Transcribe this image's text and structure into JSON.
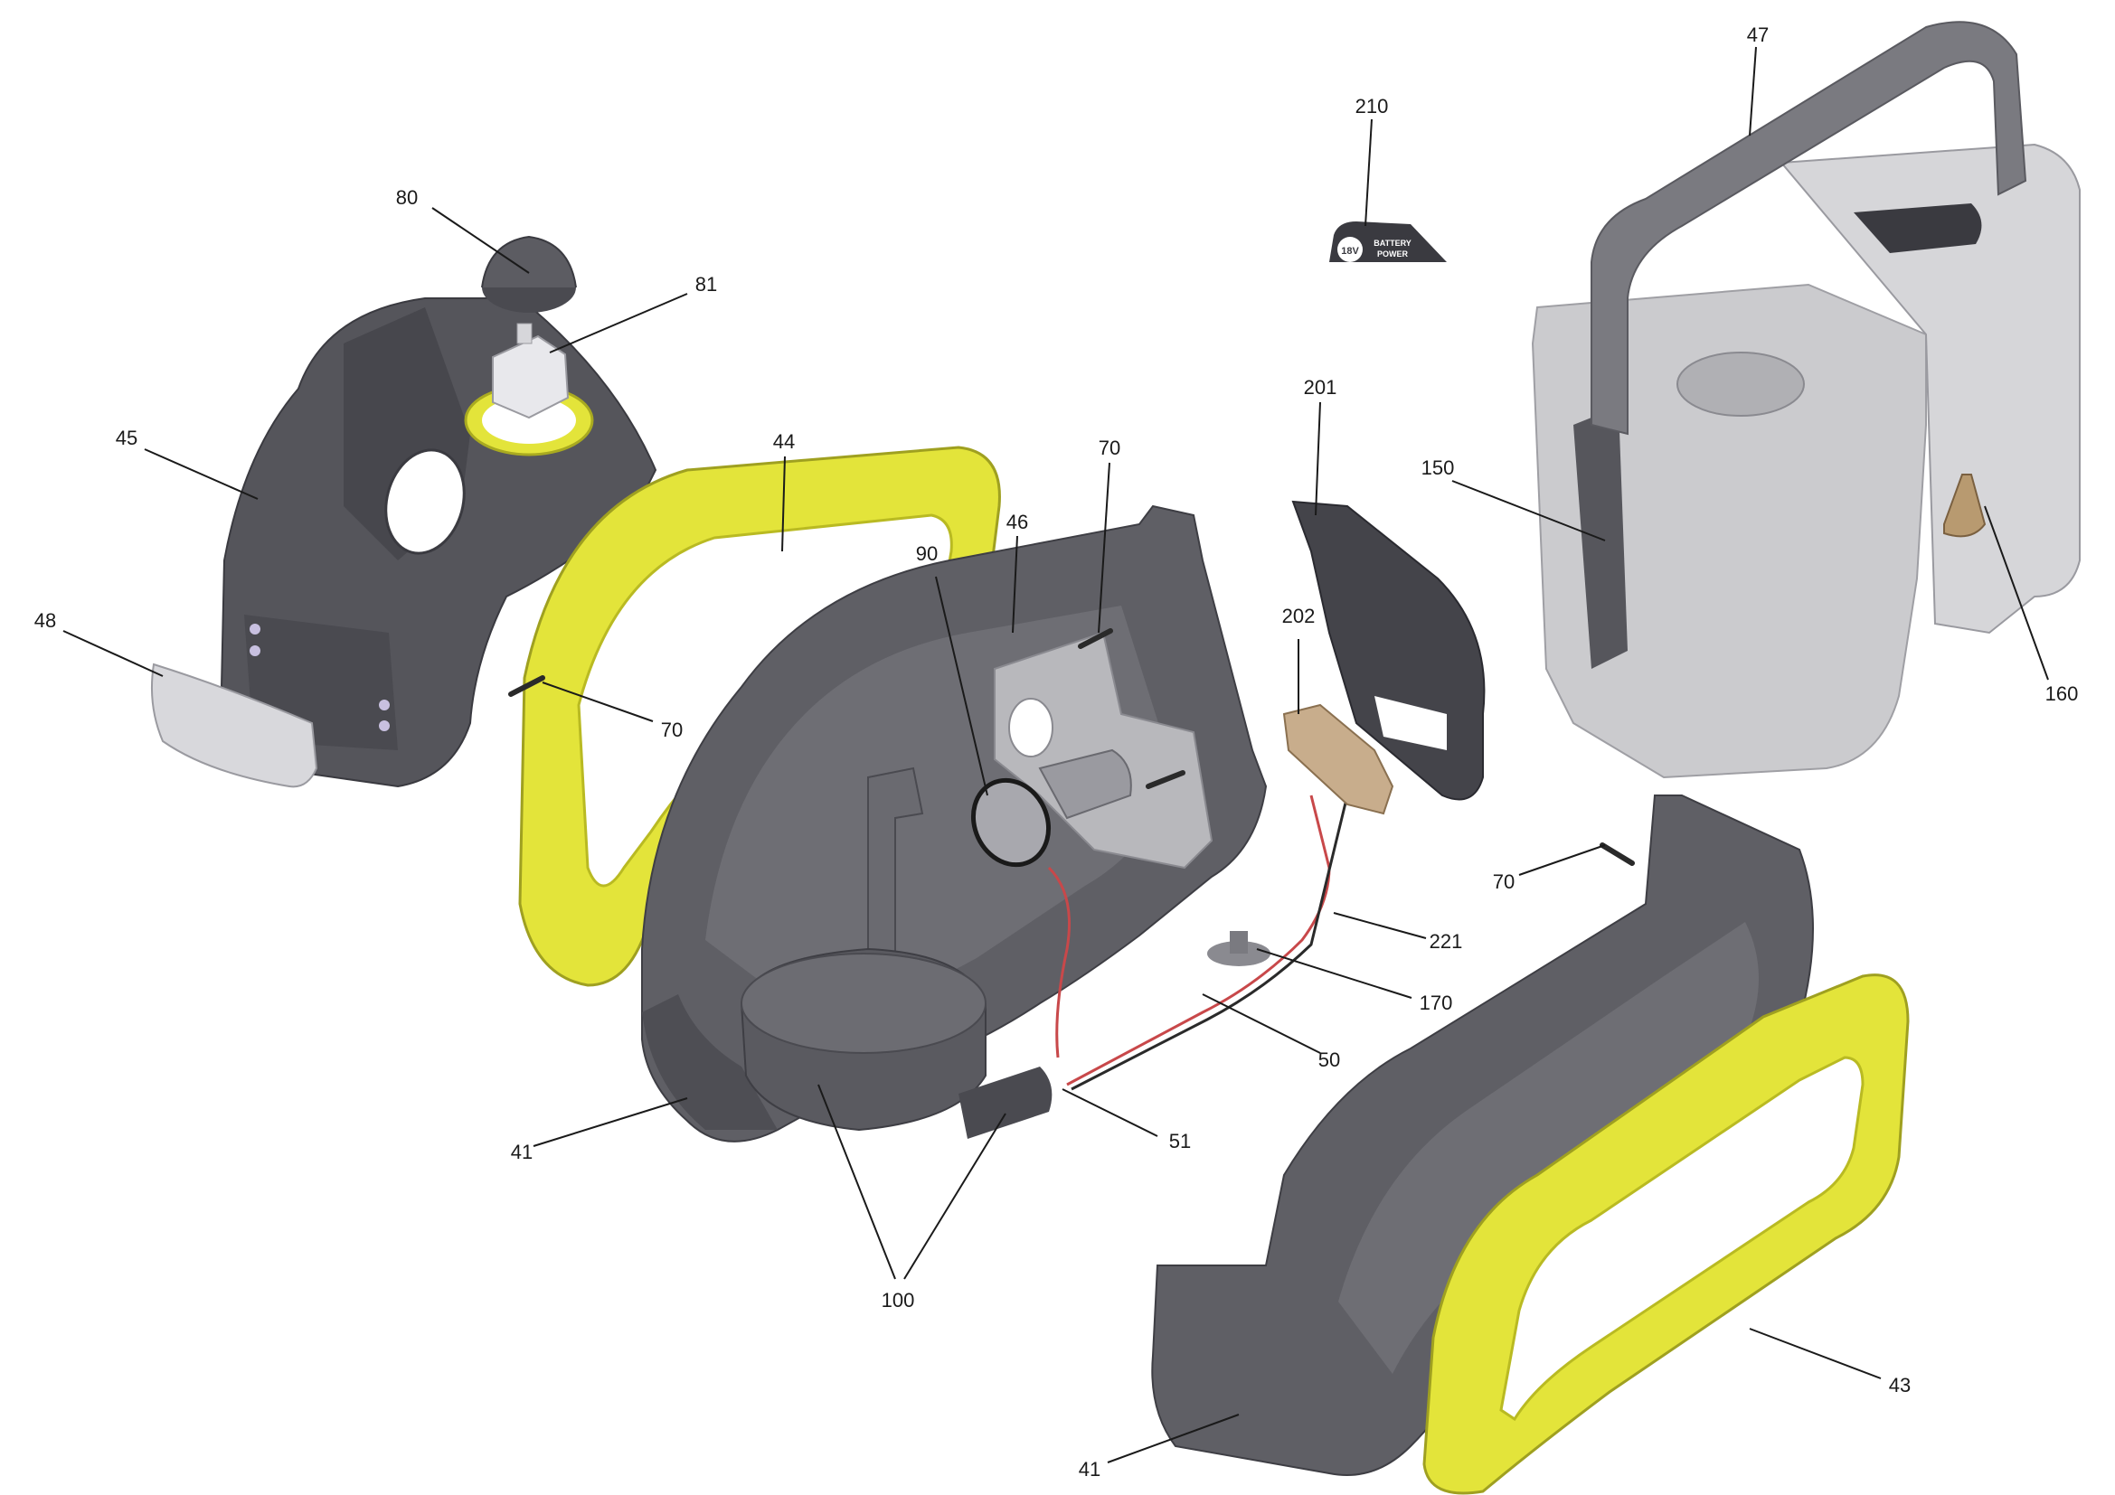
{
  "colors": {
    "housing": "#5c5c62",
    "housing_dark": "#3e3e44",
    "housing_light": "#7a7a80",
    "accent_yellow": "#e3e43a",
    "accent_yellow_dark": "#b9ba22",
    "tank": "#c9c9cc",
    "wire_red": "#c8484a"
  },
  "badge": {
    "voltage": "18V",
    "line1": "BATTERY",
    "line2": "POWER"
  },
  "callouts": {
    "p47": "47",
    "p210": "210",
    "p80": "80",
    "p81": "81",
    "p45": "45",
    "p44": "44",
    "p70a": "70",
    "p46": "46",
    "p90": "90",
    "p201": "201",
    "p150": "150",
    "p160": "160",
    "p48": "48",
    "p70b": "70",
    "p202": "202",
    "p70c": "70",
    "p221": "221",
    "p170": "170",
    "p50": "50",
    "p41a": "41",
    "p51": "51",
    "p100": "100",
    "p43": "43",
    "p41b": "41"
  }
}
